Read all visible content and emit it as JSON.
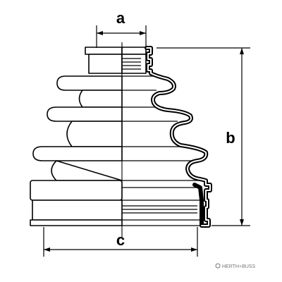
{
  "dimensions": {
    "a": "a",
    "b": "b",
    "c": "c"
  },
  "brand": {
    "name": "HERTH+BUSS"
  }
}
